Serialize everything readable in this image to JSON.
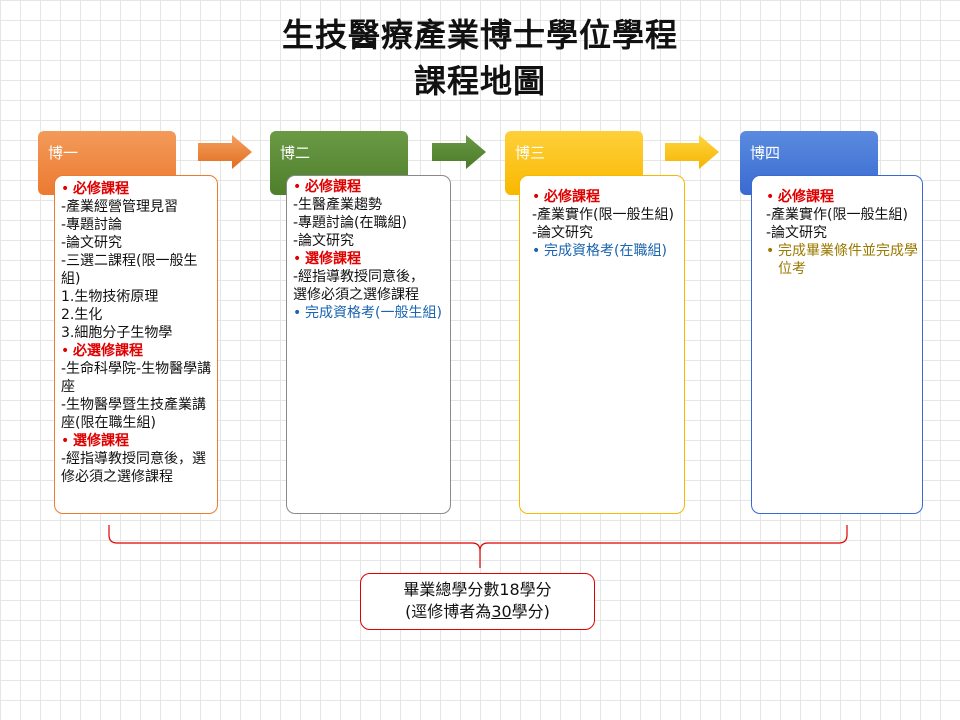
{
  "title_line1": "生技醫療產業博士學位學程",
  "title_line2": "課程地圖",
  "columns": [
    {
      "header": "博一",
      "color": "#ec7a30",
      "required_heading": "必修課程",
      "required_items": [
        "-產業經營管理見習",
        "-專題討論",
        "-論文研究",
        "-三選二課程(限一般生組)",
        "1.生物技術原理",
        "2.生化",
        "3.細胞分子生物學"
      ],
      "must_elective_heading": "必選修課程",
      "must_elective_items": [
        "-生命科學院-生物醫學講座",
        "-生物醫學暨生技產業講座(限在職生組)"
      ],
      "elective_heading": "選修課程",
      "elective_items": [
        "-經指導教授同意後，選修必須之選修課程"
      ]
    },
    {
      "header": "博二",
      "color": "#4f7f2c",
      "required_heading": "必修課程",
      "required_items": [
        "-生醫產業趨勢",
        "-專題討論(在職組)",
        "-論文研究"
      ],
      "elective_heading": "選修課程",
      "elective_items": [
        "-經指導教授同意後，",
        "選修必須之選修課程"
      ],
      "note": "完成資格考(一般生組)"
    },
    {
      "header": "博三",
      "color": "#f8b800",
      "required_heading": "必修課程",
      "required_items": [
        "-產業實作(限一般生組)",
        "-論文研究"
      ],
      "note": "完成資格考(在職組)"
    },
    {
      "header": "博四",
      "color": "#3a6ad0",
      "required_heading": "必修課程",
      "required_items": [
        "-產業實作(限一般生組)",
        "-論文研究"
      ],
      "note": "完成畢業條件並完成學位考"
    }
  ],
  "summary": {
    "line1": "畢業總學分數18學分",
    "line2_prefix": "(逕修博者為",
    "line2_number": "30",
    "line2_suffix": "學分)"
  }
}
